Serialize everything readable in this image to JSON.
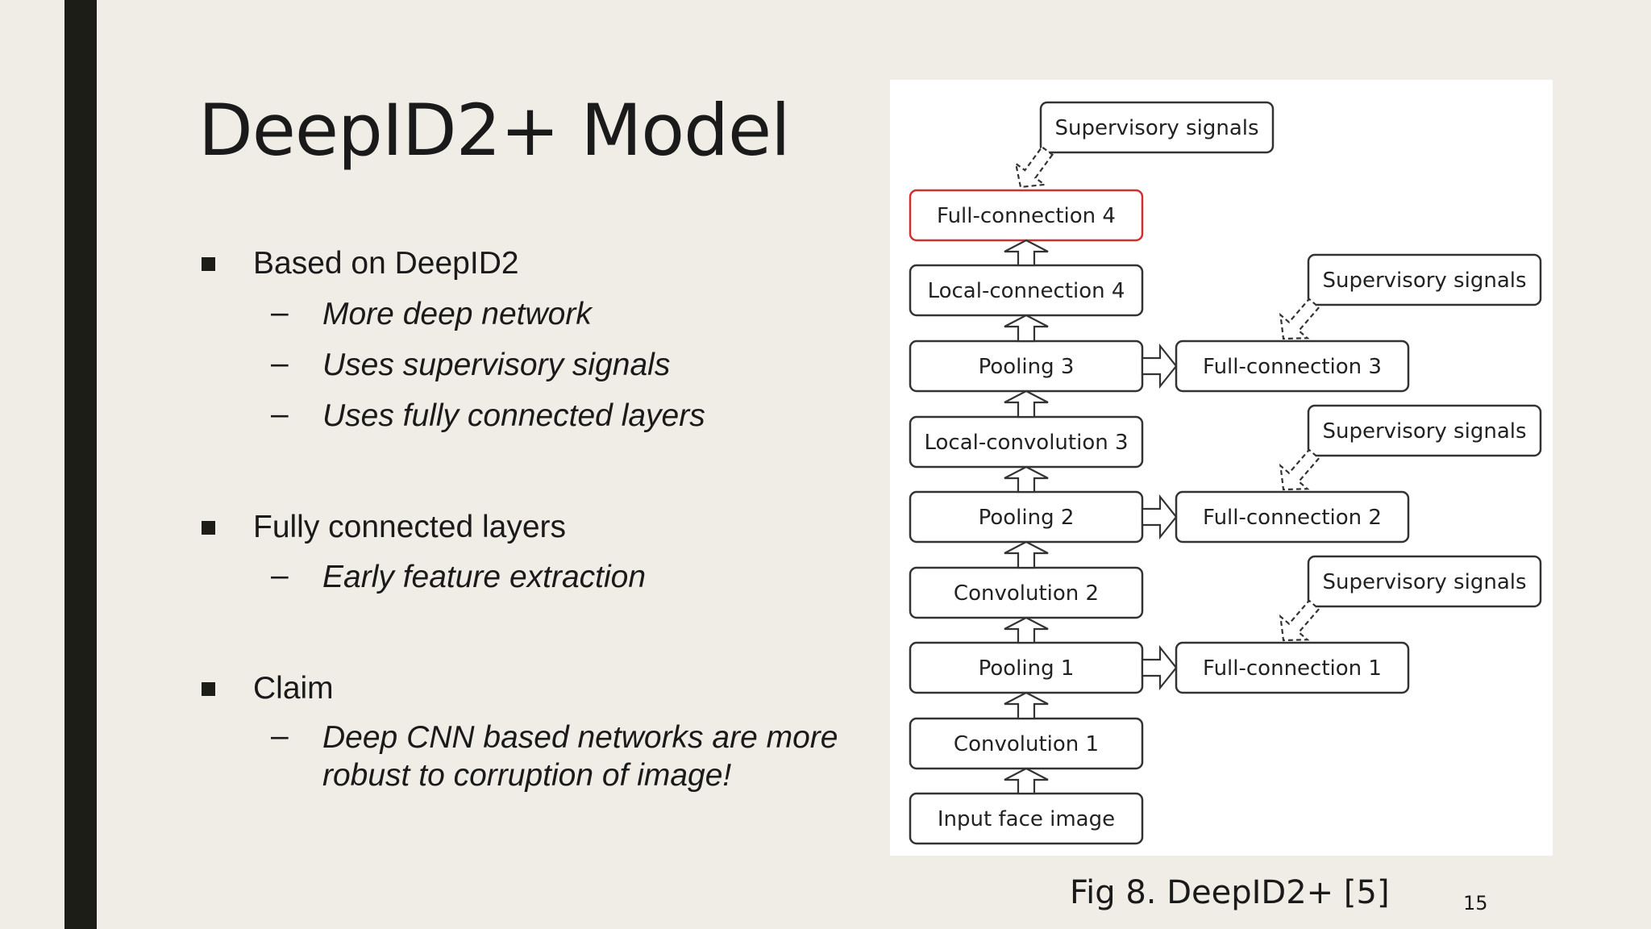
{
  "slide": {
    "title": "DeepID2+ Model",
    "page_number": "15",
    "figure_caption": "Fig 8. DeepID2+ [5]"
  },
  "bullets": [
    {
      "text": "Based on DeepID2",
      "subs": [
        "More deep network",
        "Uses supervisory signals",
        "Uses fully connected layers"
      ]
    },
    {
      "text": "Fully connected layers",
      "subs": [
        "Early feature extraction"
      ]
    },
    {
      "text": "Claim",
      "subs": [
        "Deep CNN based networks are more robust to corruption of image!"
      ]
    }
  ],
  "diagram": {
    "main_column": [
      "Input face image",
      "Convolution 1",
      "Pooling 1",
      "Convolution 2",
      "Pooling 2",
      "Local-convolution 3",
      "Pooling 3",
      "Local-connection 4",
      "Full-connection 4"
    ],
    "highlighted": "Full-connection 4",
    "side_branches": [
      {
        "from": "Pooling 1",
        "fc": "Full-connection 1",
        "signal": "Supervisory signals"
      },
      {
        "from": "Pooling 2",
        "fc": "Full-connection 2",
        "signal": "Supervisory signals"
      },
      {
        "from": "Pooling 3",
        "fc": "Full-connection 3",
        "signal": "Supervisory signals"
      }
    ],
    "top_signal": "Supervisory signals",
    "colors": {
      "highlight": "#d23030",
      "border": "#333333"
    }
  }
}
